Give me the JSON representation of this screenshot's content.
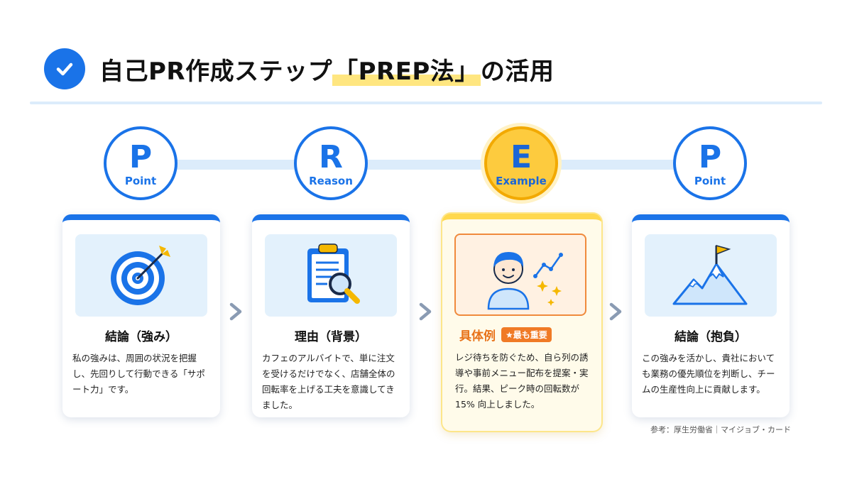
{
  "title": {
    "main": "自己PR作成ステップ",
    "highlight": "「PREP法」",
    "suffix": "の活用"
  },
  "steps": [
    {
      "letter": "P",
      "word": "Point",
      "title": "結論（強み）",
      "desc": "私の強みは、周囲の状況を把握し、先回りして行動できる「サポート力」です。",
      "icon": "target-icon",
      "emphasis": false
    },
    {
      "letter": "R",
      "word": "Reason",
      "title": "理由（背景）",
      "desc": "カフェのアルバイトで、単に注文を受けるだけでなく、店舗全体の回転率を上げる工夫を意識してきました。",
      "icon": "clipboard-search-icon",
      "emphasis": false
    },
    {
      "letter": "E",
      "word": "Example",
      "title": "具体例",
      "badge": "★最も重要",
      "desc": "レジ待ちを防ぐため、自ら列の誘導や事前メニュー配布を提案・実行。結果、ピーク時の回転数が 15% 向上しました。",
      "icon": "person-growth-icon",
      "emphasis": true
    },
    {
      "letter": "P",
      "word": "Point",
      "title": "結論（抱負）",
      "desc": "この強みを活かし、貴社においても業務の優先順位を判断し、チームの生産性向上に貢献します。",
      "icon": "mountain-flag-icon",
      "emphasis": false
    }
  ],
  "colors": {
    "primary": "#1a73e8",
    "light_blue": "#e3f1fc",
    "accent_yellow": "#fdcb3e",
    "accent_orange": "#f07a26",
    "arrow": "#8a9bb3"
  },
  "source": "参考：厚生労働省｜マイジョブ・カード"
}
